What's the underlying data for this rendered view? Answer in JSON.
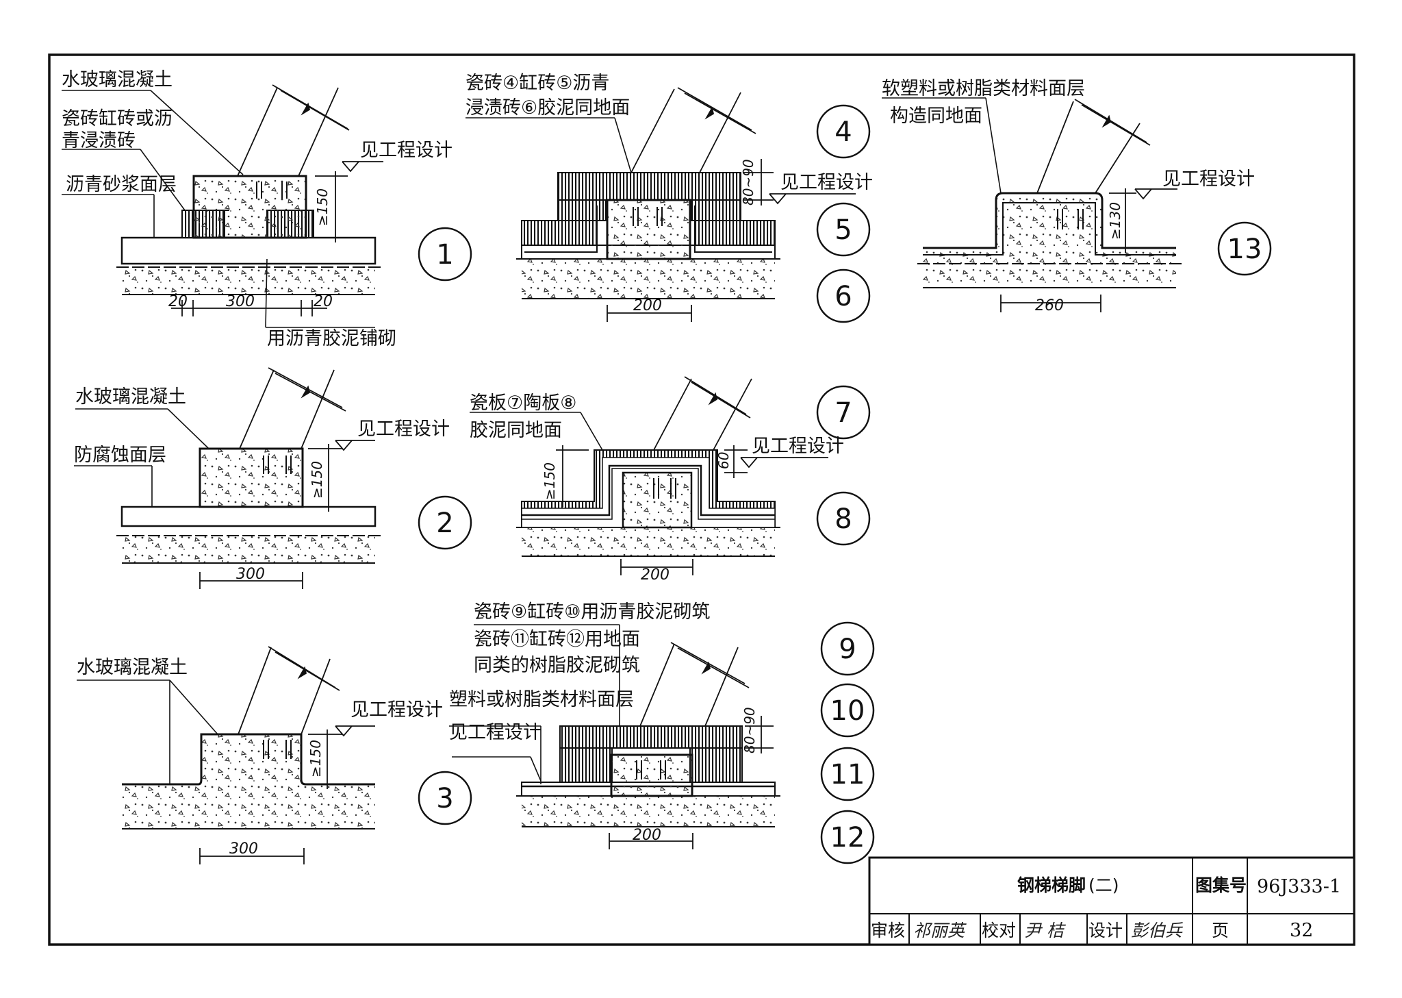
{
  "details": {
    "d1": {
      "callout_top": "水玻璃混凝土",
      "callout_mid_line1": "瓷砖缸砖或沥",
      "callout_mid_line2": "青浸渍砖",
      "callout_bottom": "沥青砂浆面层",
      "height": "≥150",
      "note": "见工程设计",
      "dim_left": "20",
      "dim_center": "300",
      "dim_right": "20",
      "callout_below": "用沥青胶泥铺砌",
      "tag": "1"
    },
    "d2": {
      "callout_top": "水玻璃混凝土",
      "callout_bottom": "防腐蚀面层",
      "height": "≥150",
      "note": "见工程设计",
      "dim_center": "300",
      "tag": "2"
    },
    "d3": {
      "callout_top": "水玻璃混凝土",
      "height": "≥150",
      "note": "见工程设计",
      "dim_center": "300",
      "tag": "3"
    },
    "d456": {
      "callout_line1": "瓷砖④缸砖⑤沥青",
      "callout_line2": "浸渍砖⑥胶泥同地面",
      "height": "80~90",
      "note": "见工程设计",
      "dim_center": "200",
      "tags": [
        "4",
        "5",
        "6"
      ]
    },
    "d78": {
      "callout_line1": "瓷板⑦陶板⑧",
      "callout_line2": "胶泥同地面",
      "height": "≥150",
      "height_right": "60",
      "note": "见工程设计",
      "dim_center": "200",
      "tags": [
        "7",
        "8"
      ]
    },
    "d9_12": {
      "callout_line1": "瓷砖⑨缸砖⑩用沥青胶泥砌筑",
      "callout_line2": "瓷砖⑪缸砖⑫用地面",
      "callout_line3": "同类的树脂胶泥砌筑",
      "callout_line4": "塑料或树脂类材料面层",
      "callout_line5": "见工程设计",
      "height": "80~90",
      "dim_center": "200",
      "tags": [
        "9",
        "10",
        "11",
        "12"
      ]
    },
    "d13": {
      "callout_line1": "软塑料或树脂类材料面层",
      "callout_line2": "构造同地面",
      "height": "≥130",
      "note": "见工程设计",
      "dim_center": "260",
      "tag": "13"
    }
  },
  "title_block": {
    "title": "钢梯梯脚",
    "title_suffix": "(二)",
    "atlas_label": "图集号",
    "atlas_no": "96J333-1",
    "review_label": "审核",
    "review_sig": "祁丽英",
    "check_label": "校对",
    "check_sig": "尹 桔",
    "design_label": "设计",
    "design_sig": "彭伯兵",
    "page_label": "页",
    "page_no": "32"
  }
}
